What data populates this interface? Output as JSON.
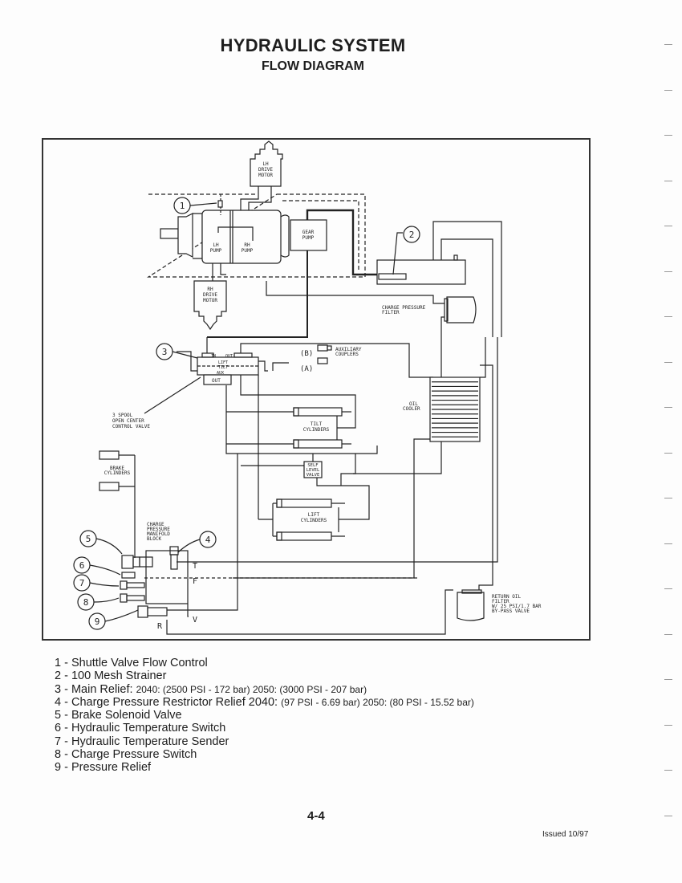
{
  "header": {
    "title": "HYDRAULIC SYSTEM",
    "subtitle": "FLOW DIAGRAM"
  },
  "diagram": {
    "components": {
      "lh_drive_motor": [
        "LH",
        "DRIVE",
        "MOTOR"
      ],
      "rh_drive_motor": [
        "RH",
        "DRIVE",
        "MOTOR"
      ],
      "lh_pump": [
        "LH",
        "PUMP"
      ],
      "rh_pump": [
        "RH",
        "PUMP"
      ],
      "gear_pump": [
        "GEAR",
        "PUMP"
      ],
      "charge_pressure_filter": [
        "CHARGE PRESSURE",
        "FILTER"
      ],
      "control_valve_ports": {
        "in": "IN",
        "out_top": "OUT",
        "lift": "LIFT",
        "tilt": "TILT",
        "aux": "AUX",
        "out": "OUT"
      },
      "control_valve_label": [
        "3 SPOOL",
        "OPEN CENTER",
        "CONTROL VALVE"
      ],
      "auxiliary_couplers": [
        "AUXILIARY",
        "COUPLERS"
      ],
      "coupler_b": "(B)",
      "coupler_a": "(A)",
      "oil_cooler": [
        "OIL",
        "COOLER"
      ],
      "tilt_cylinders": [
        "TILT",
        "CYLINDERS"
      ],
      "self_level_valve": [
        "SELF",
        "LEVEL",
        "VALVE"
      ],
      "lift_cylinders": [
        "LIFT",
        "CYLINDERS"
      ],
      "brake_cylinders": [
        "BRAKE",
        "CYLINDERS"
      ],
      "manifold_block": [
        "CHARGE",
        "PRESSURE",
        "MANIFOLD",
        "BLOCK"
      ],
      "manifold_ports": {
        "t": "T",
        "f": "F",
        "v": "V",
        "r": "R"
      },
      "return_filter": [
        "RETURN OIL",
        "FILTER",
        "W/ 25 PSI/1.7 BAR",
        "BY-PASS VALVE"
      ]
    },
    "callouts": [
      "1",
      "2",
      "3",
      "4",
      "5",
      "6",
      "7",
      "8",
      "9"
    ]
  },
  "legend": [
    {
      "num": "1",
      "main": "Shuttle Valve Flow Control",
      "detail": ""
    },
    {
      "num": "2",
      "main": "100 Mesh Strainer",
      "detail": ""
    },
    {
      "num": "3",
      "main": "Main Relief:",
      "detail": "2040: (2500 PSI - 172 bar) 2050: (3000 PSI - 207 bar)"
    },
    {
      "num": "4",
      "main": "Charge Pressure Restrictor Relief 2040:",
      "detail": "(97 PSI - 6.69 bar) 2050: (80 PSI - 15.52 bar)"
    },
    {
      "num": "5",
      "main": "Brake Solenoid Valve",
      "detail": ""
    },
    {
      "num": "6",
      "main": "Hydraulic Temperature Switch",
      "detail": ""
    },
    {
      "num": "7",
      "main": "Hydraulic Temperature Sender",
      "detail": ""
    },
    {
      "num": "8",
      "main": "Charge Pressure Switch",
      "detail": ""
    },
    {
      "num": "9",
      "main": "Pressure Relief",
      "detail": ""
    }
  ],
  "footer": {
    "page_number": "4-4",
    "issued": "Issued 10/97"
  }
}
